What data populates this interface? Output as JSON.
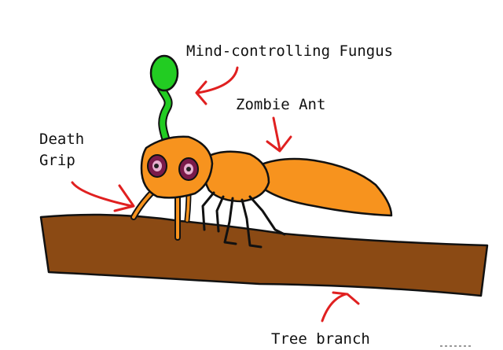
{
  "labels": {
    "fungus": "Mind-controlling Fungus",
    "zombie_ant": "Zombie Ant",
    "death_grip": [
      "Death",
      "Grip"
    ],
    "tree_branch": "Tree branch"
  },
  "colors": {
    "ant": "#f7931e",
    "fungus": "#22cc22",
    "branch": "#8b4a14",
    "arrow": "#e02020",
    "outline": "#111111",
    "eye": "#7a1a4a"
  }
}
